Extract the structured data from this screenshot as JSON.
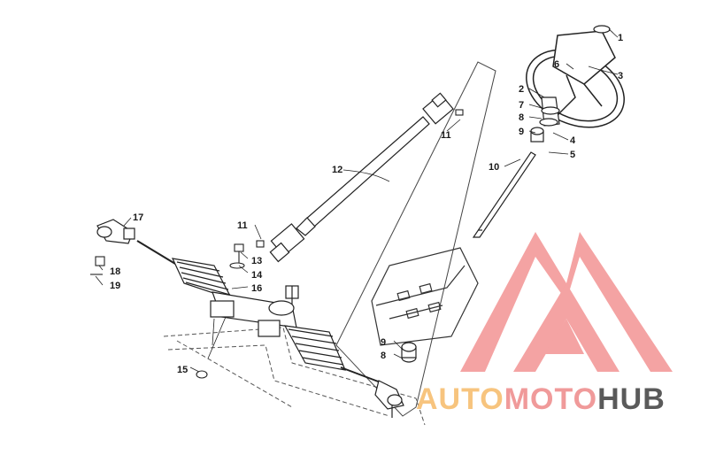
{
  "diagram": {
    "callouts": [
      "1",
      "2",
      "3",
      "4",
      "5",
      "6",
      "7",
      "8",
      "9",
      "10",
      "11",
      "12",
      "13",
      "14",
      "15",
      "16",
      "17",
      "18",
      "19",
      "9",
      "8",
      "11"
    ]
  },
  "watermark": {
    "part1": "AUTO",
    "part2": "MOTO",
    "part3": "HUB",
    "colors": {
      "auto": "#f7c47e",
      "moto": "#f09a9a",
      "hub": "#5a5a5a",
      "logo": "#f08a8a"
    }
  }
}
